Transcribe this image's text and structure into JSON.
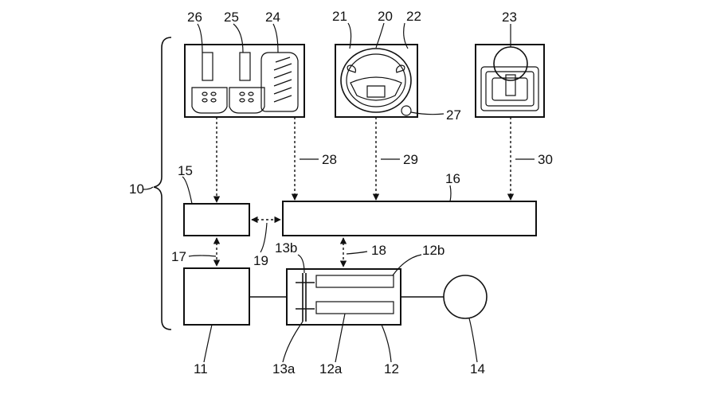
{
  "labels": {
    "l10": "10",
    "l11": "11",
    "l12": "12",
    "l12a": "12a",
    "l12b": "12b",
    "l13a": "13a",
    "l13b": "13b",
    "l14": "14",
    "l15": "15",
    "l16": "16",
    "l17": "17",
    "l18": "18",
    "l19": "19",
    "l20": "20",
    "l21": "21",
    "l22": "22",
    "l23": "23",
    "l24": "24",
    "l25": "25",
    "l26": "26",
    "l27": "27",
    "l28": "28",
    "l29": "29",
    "l30": "30"
  }
}
